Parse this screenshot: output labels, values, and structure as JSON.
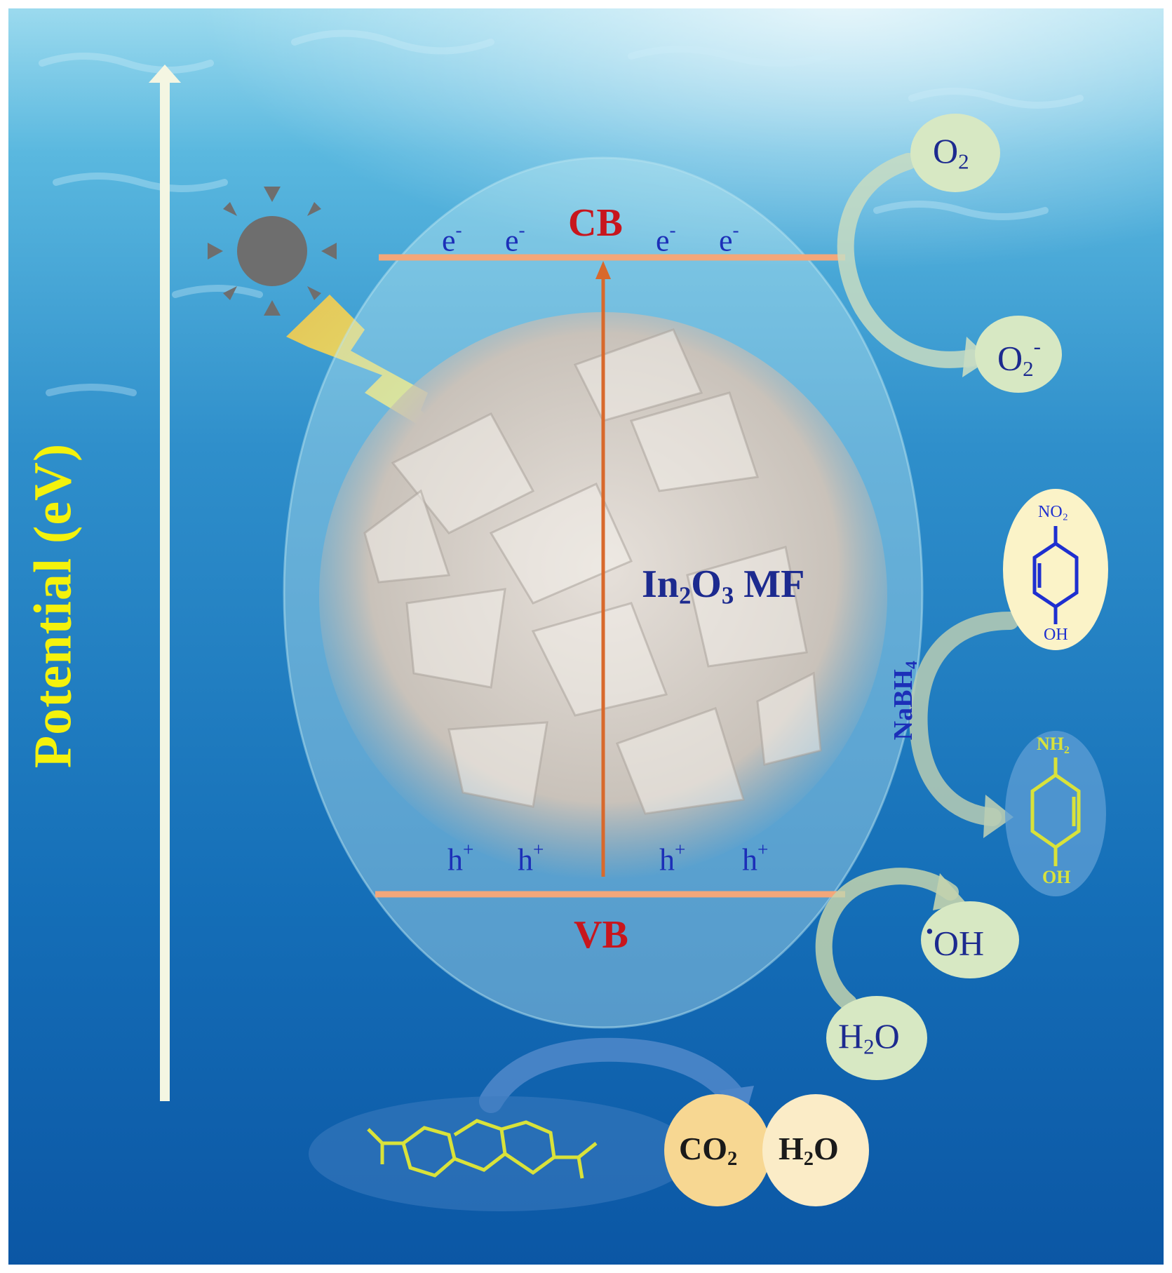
{
  "axis": {
    "label": "Potential (eV)"
  },
  "bands": {
    "cb": "CB",
    "vb": "VB"
  },
  "carriers": {
    "electron_base": "e",
    "electron_charge": "-",
    "hole_base": "h",
    "hole_charge": "+"
  },
  "material": {
    "base1": "In",
    "sub1": "2",
    "base2": "O",
    "sub2": "3",
    "suffix": " MF"
  },
  "reactions": {
    "oxygen": {
      "base": "O",
      "sub": "2"
    },
    "superoxide": {
      "base": "O",
      "sub": "2",
      "sup": "-"
    },
    "water_in": {
      "base1": "H",
      "sub": "2",
      "base2": "O"
    },
    "hydroxyl": {
      "sup": "•",
      "base": "OH"
    },
    "reductant": {
      "base": "NaBH",
      "sub": "4"
    },
    "nitrophenol": {
      "top": "NO₂",
      "bottom": "OH"
    },
    "aminophenol": {
      "top": "NH₂",
      "bottom": "OH"
    },
    "products": {
      "co2": {
        "base": "CO",
        "sub": "2"
      },
      "h2o": {
        "base1": "H",
        "sub": "2",
        "base2": "O"
      }
    }
  },
  "colors": {
    "water_top": "#8fd6ec",
    "water_bottom": "#0c5aa8",
    "band_line": "#f3a77a",
    "excitation_arrow": "#d8692c",
    "band_text": "#c8161d",
    "carrier_text": "#1c2fb8",
    "axis_text": "#f4f20c",
    "sun": "#6e6e6e",
    "bolt": "#f2e94a",
    "bubble_green": "#d6e8c0",
    "molecule_yellow": "#d9e23a",
    "molecule_blue": "#1e2fd0"
  }
}
